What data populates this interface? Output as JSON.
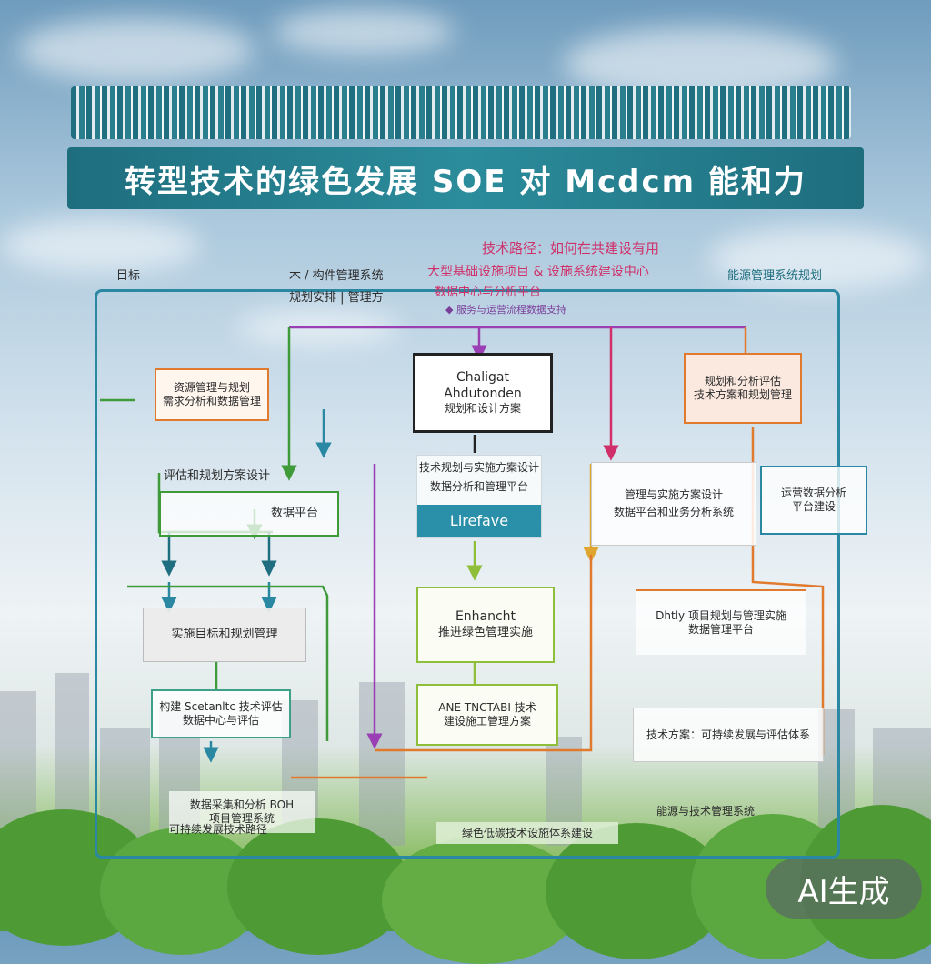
{
  "banner": {
    "title": "转型技术的绿色发展 SOE 对 Mcdcm 能和力"
  },
  "notes": {
    "top_center_line1": "技术路径：如何在共建设有用",
    "top_center_line2": "大型基础设施项目 & 设施系统建设中心",
    "top_center_line3": "数据中心与分析平台",
    "top_center_line4": "◆ 服务与运营流程数据支持",
    "top_left_a": "目标",
    "top_left_b": "木 / 构件管理系统",
    "top_left_c": "规划安排 | 管理方",
    "top_right": "能源管理系统规划"
  },
  "boxes": {
    "center_top_line1": "Chaligat",
    "center_top_line2": "Ahdutonden",
    "center_top_line3": "规划和设计方案",
    "center_sub_line1": "技术规划与实施方案设计",
    "center_sub_line2": "数据分析和管理平台",
    "center_sub_label": "Lirefave",
    "center_mid_line1": "Enhancht",
    "center_mid_line2": "推进绿色管理实施",
    "center_low_line1": "ANE TNCTABI 技术",
    "center_low_line2": "建设施工管理方案",
    "left_top_line1": "资源管理与规划",
    "left_top_line2": "需求分析和数据管理",
    "left_mid_a": "评估和规划方案设计",
    "left_mid_b": "数据平台",
    "left_mid2": "实施目标和规划管理",
    "left_low_line1": "构建 Scetanltc 技术评估",
    "left_low_line2": "数据中心与评估",
    "left_low2_line1": "数据采集和分析 BOH",
    "left_low2_line2": "项目管理系统",
    "right_top_line1": "规划和分析评估",
    "right_top_line2": "技术方案和规划管理",
    "right_mid_line1": "管理与实施方案设计",
    "right_mid_line2": "数据平台和业务分析系统",
    "right_mid_side_line1": "运营数据分析",
    "right_mid_side_line2": "平台建设",
    "right_low_line1": "Dhtly 项目规划与管理实施",
    "right_low_line2": "数据管理平台",
    "right_low2": "技术方案：可持续发展与评估体系",
    "bottom_left": "可持续发展技术路径",
    "bottom_mid": "绿色低碳技术设施体系建设",
    "bottom_right": "能源与技术管理系统"
  },
  "watermark": {
    "label": "AI生成"
  },
  "colors": {
    "teal": "#1e6e7e",
    "blue": "#2a88a3",
    "magenta": "#d02f6a",
    "purple": "#9b3fb5",
    "green": "#3f9a3a",
    "lime": "#8fbf3a",
    "orange": "#e07a2e"
  }
}
